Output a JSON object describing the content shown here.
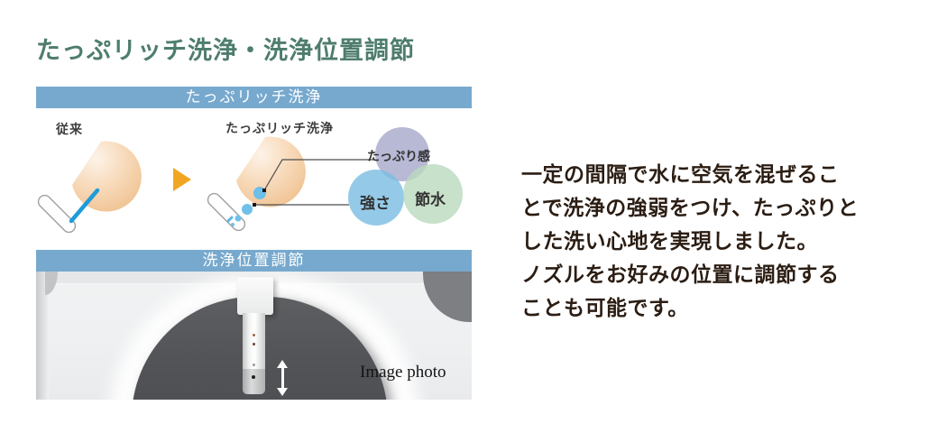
{
  "page": {
    "title": "たっぷリッチ洗浄・洗浄位置調節"
  },
  "wash_section": {
    "header": "たっぷリッチ洗浄",
    "conventional_label": "従来",
    "rich_label": "たっぷリッチ洗浄",
    "venn": {
      "top": "たっぷり感",
      "left": "強さ",
      "right": "節水"
    }
  },
  "position_section": {
    "header": "洗浄位置調節",
    "photo_caption": "Image photo"
  },
  "description": "一定の間隔で水に空気を混ぜるこ\nとで洗浄の強弱をつけ、たっぷりと\nした洗い心地を実現しました。\nノズルをお好みの位置に調節する\nことも可能です。",
  "colors": {
    "title_green": "#4e7d6d",
    "band_blue": "#77a9ce",
    "accent_orange": "#f1a622",
    "stream_blue": "#1e9cd8",
    "bubble_blue": "#6fc0e8",
    "venn_purple": "#a6a7ca",
    "venn_blue": "#79bde2",
    "venn_green": "#b9dabd",
    "body_text": "#2b1d13"
  }
}
